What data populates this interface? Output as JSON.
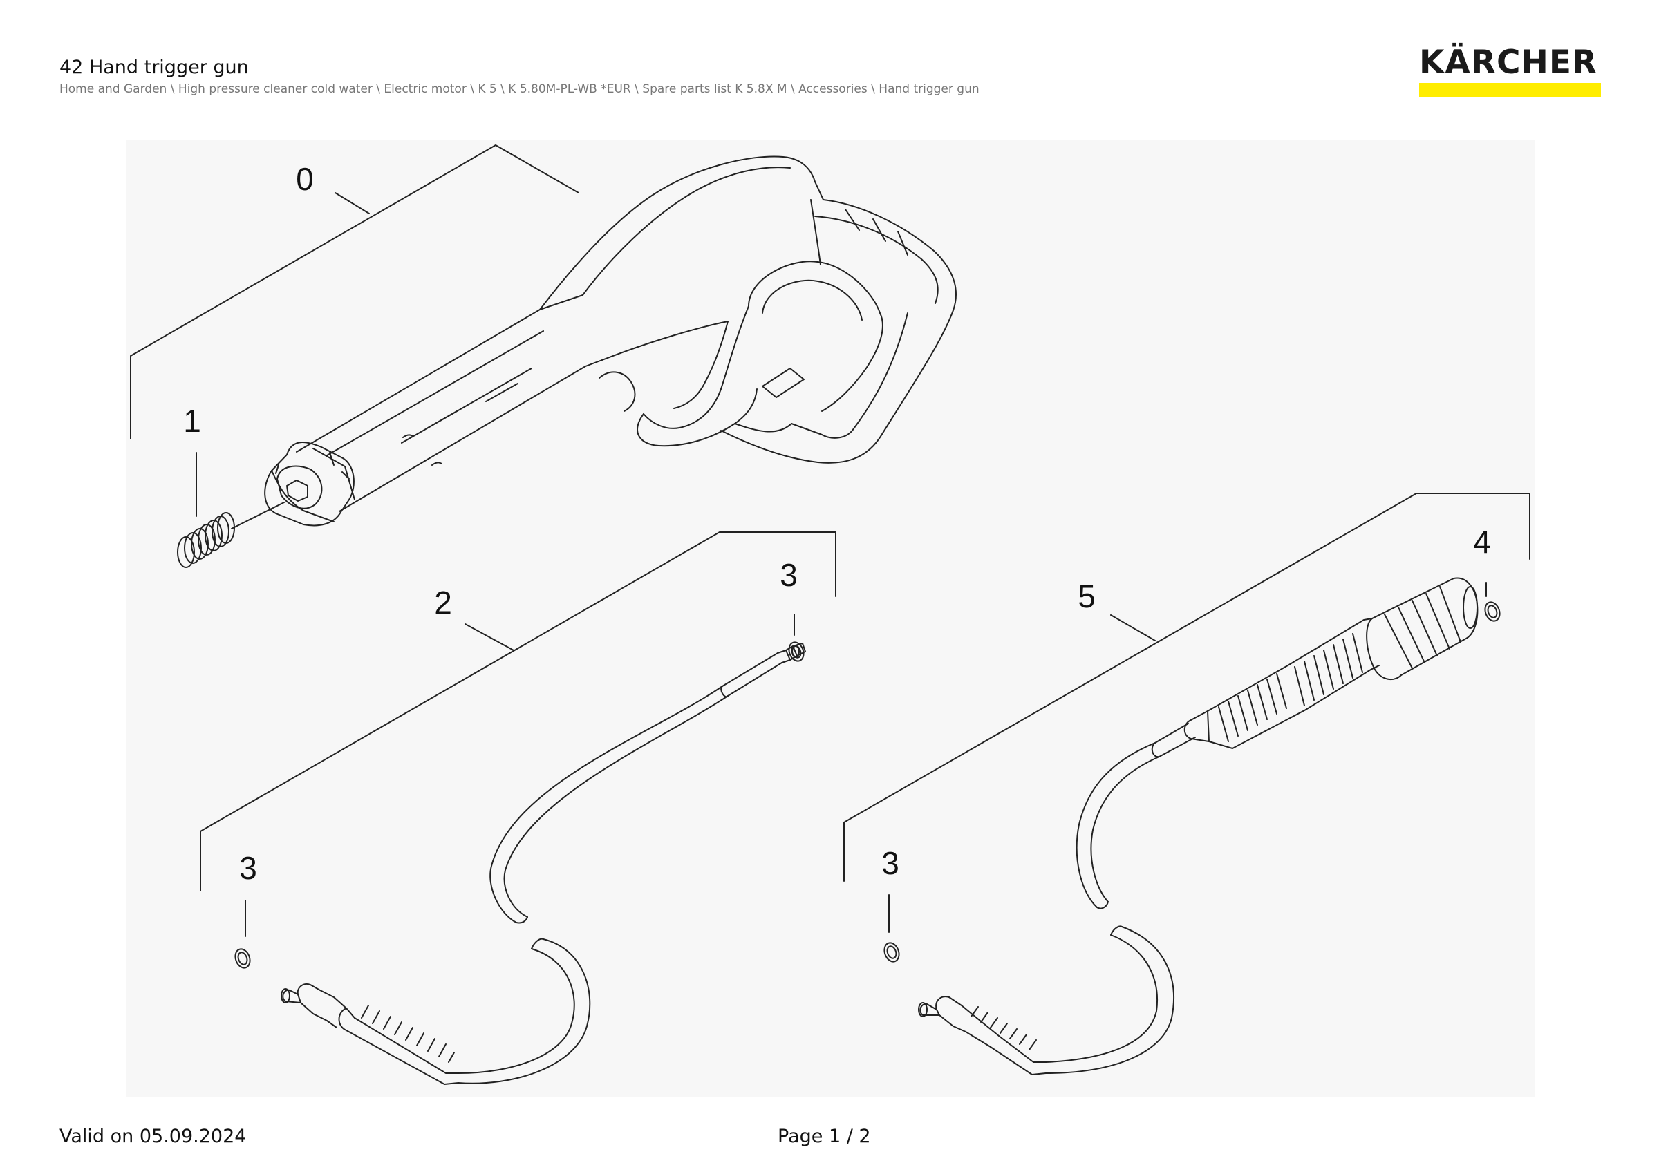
{
  "header": {
    "title": "42 Hand trigger gun",
    "breadcrumb": [
      "Home and Garden",
      "High pressure cleaner cold water",
      "Electric motor",
      "K 5",
      "K 5.80M-PL-WB *EUR",
      "Spare parts list K 5.8X M",
      "Accessories",
      "Hand trigger gun"
    ],
    "breadcrumb_separator": " \\ "
  },
  "brand": {
    "name": "KÄRCHER",
    "bar_color": "#ffed00"
  },
  "drawing": {
    "background": "#f7f7f7",
    "labels": {
      "gun": "0",
      "spring": "1",
      "hose_a": "2",
      "oring_a_top": "3",
      "oring_a_bottom": "3",
      "oring_b_bottom": "3",
      "oring_b_top": "4",
      "hose_b": "5"
    }
  },
  "footer": {
    "valid": "Valid on 05.09.2024",
    "page": "Page 1 / 2"
  }
}
